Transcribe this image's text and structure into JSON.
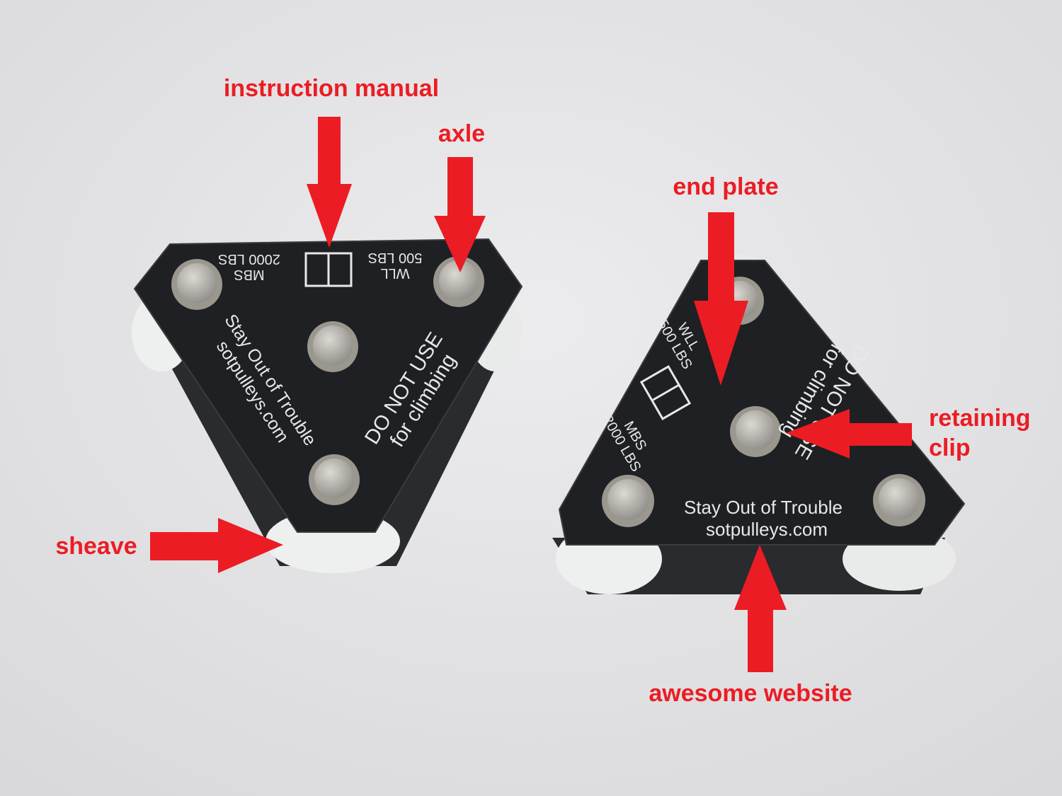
{
  "colors": {
    "background": "#e4e4e6",
    "plate": "#202124",
    "sheave": "#eef0f0",
    "axle": "#b9b6b0",
    "annotation": "#ec1c24"
  },
  "annotations": {
    "instruction_manual": "instruction manual",
    "axle": "axle",
    "end_plate": "end plate",
    "retaining_clip_line1": "retaining",
    "retaining_clip_line2": "clip",
    "sheave": "sheave",
    "awesome_website": "awesome website"
  },
  "engraving": {
    "mbs_label": "MBS",
    "mbs_value": "2000 LBS",
    "wll_label": "WLL",
    "wll_value": "500 LBS",
    "brand": "Stay Out of Trouble",
    "website": "sotpulleys.com",
    "warning_line1": "DO NOT USE",
    "warning_line2": "for climbing"
  }
}
